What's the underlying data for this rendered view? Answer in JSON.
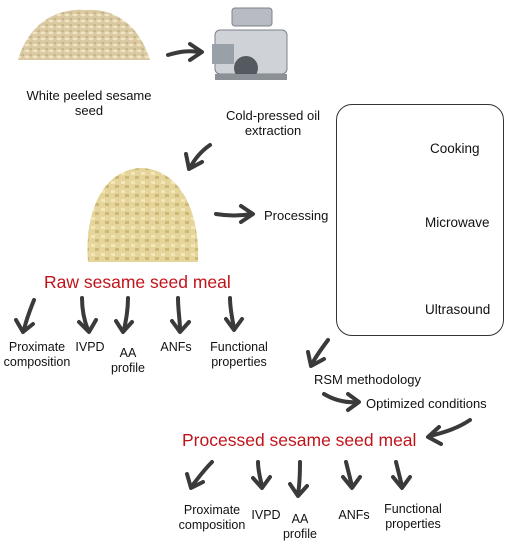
{
  "labels": {
    "seed": "White peeled sesame seed",
    "extraction": "Cold-pressed oil extraction",
    "processing": "Processing",
    "raw_meal": "Raw sesame seed meal",
    "rsm": "RSM methodology",
    "optimized": "Optimized conditions",
    "processed_meal": "Processed sesame seed meal"
  },
  "methods": [
    "Cooking",
    "Microwave",
    "Ultrasound"
  ],
  "raw_outputs": [
    "Proximate composition",
    "IVPD",
    "AA profile",
    "ANFs",
    "Functional properties"
  ],
  "processed_outputs": [
    "Proximate composition",
    "IVPD",
    "AA profile",
    "ANFs",
    "Functional properties"
  ],
  "colors": {
    "accent": "#c0141b",
    "arrow": "#3a3a3a"
  }
}
